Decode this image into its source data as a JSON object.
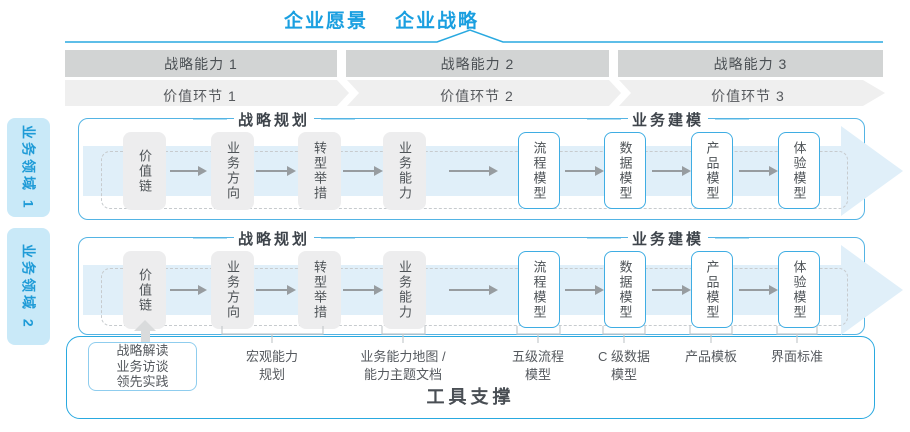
{
  "title": {
    "vision": "企业愿景",
    "strategy": "企业战略"
  },
  "strategic_capabilities": [
    "战略能力 1",
    "战略能力 2",
    "战略能力 3"
  ],
  "value_links": [
    "价值环节 1",
    "价值环节 2",
    "价值环节 3"
  ],
  "business_domains": [
    "业务领域 1",
    "业务领域 2"
  ],
  "row_headers": {
    "planning": "战略规划",
    "modeling": "业务建模"
  },
  "process_boxes": {
    "gray": [
      "价值链",
      "业务方向",
      "转型举措",
      "业务能力"
    ],
    "blue": [
      "流程模型",
      "数据模型",
      "产品模型",
      "体验模型"
    ]
  },
  "deliverables": {
    "practice_box_lines": [
      "战略解读",
      "业务访谈",
      "领先实践"
    ],
    "labels": [
      {
        "line1": "宏观能力",
        "line2": "规划"
      },
      {
        "line1": "业务能力地图 /",
        "line2": "能力主题文档"
      },
      {
        "line1": "五级流程",
        "line2": "模型"
      },
      {
        "line1": "C 级数据",
        "line2": "模型"
      },
      {
        "line1": "产品模板",
        "line2": ""
      },
      {
        "line1": "界面标准",
        "line2": ""
      }
    ]
  },
  "footer": {
    "tool_support": "工具支撑"
  },
  "colors": {
    "title_blue": "#1A9FE0",
    "accent_blue": "#29A9E0",
    "row_border_blue": "#54B4E4",
    "bar_gray": "#D2D4D4",
    "band_gray": "#EFEFEF",
    "box_gray": "#EDEDEE",
    "blue_box_border": "#3FADE3",
    "big_arrow_fill": "#E0EFF9",
    "domain_bg": "#C9E9F8",
    "domain_text": "#1E9BD7",
    "dark_text": "#494E54",
    "muted_text": "#55595E"
  }
}
